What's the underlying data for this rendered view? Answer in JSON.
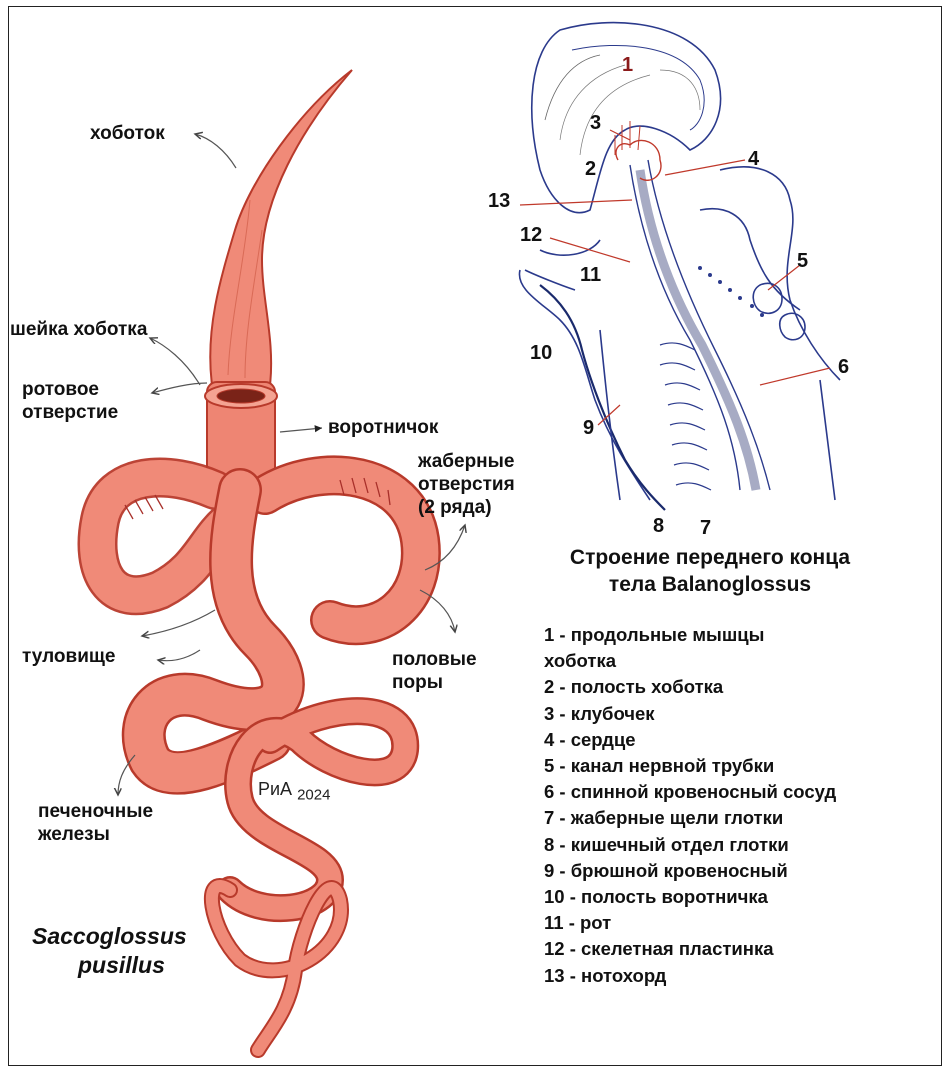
{
  "left_labels": {
    "proboscis": "хоботок",
    "proboscis_neck": "шейка хоботка",
    "mouth_line1": "ротовое",
    "mouth_line2": "отверстие",
    "collar": "воротничок",
    "gills_line1": "жаберные",
    "gills_line2": "отверстия",
    "gills_line3": "(2 ряда)",
    "trunk": "туловище",
    "genital_line1": "половые",
    "genital_line2": "поры",
    "hepatic_line1": "печеночные",
    "hepatic_line2": "железы"
  },
  "species": {
    "line1": "Saccoglossus",
    "line2": "pusillus"
  },
  "signature": {
    "initials": "РиА",
    "year": "2024"
  },
  "section_numbers": [
    "1",
    "2",
    "3",
    "4",
    "5",
    "6",
    "7",
    "8",
    "9",
    "10",
    "11",
    "12",
    "13"
  ],
  "title": {
    "line1": "Строение переднего конца",
    "line2": "тела Balanoglossus"
  },
  "legend": [
    "1 - продольные мышцы",
    "хоботка",
    "2 - полость хоботка",
    "3 - клубочек",
    "4 - сердце",
    "5 - канал нервной трубки",
    "6 - спинной кровеносный сосуд",
    "7 - жаберные щели глотки",
    "8 - кишечный отдел глотки",
    "9 - брюшной кровеносный",
    "10 - полость воротничка",
    "11 - рот",
    "12 - скелетная пластинка",
    "13 - нотохорд"
  ],
  "colors": {
    "worm_fill": "#f08a78",
    "worm_stroke": "#c0392b",
    "section_stroke": "#2b3a8c",
    "vessel": "#8a8fb0"
  }
}
